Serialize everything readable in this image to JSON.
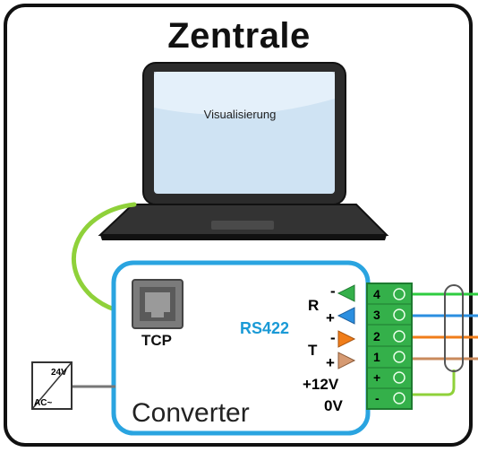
{
  "title": "Zentrale",
  "screen_label": "Visualisierung",
  "tcp_label": "TCP",
  "rs422_label": "RS422",
  "converter_label": "Converter",
  "power_supply": {
    "voltage": "24V",
    "type": "AC~"
  },
  "pins": {
    "r_minus": "-",
    "r": "R",
    "r_plus": "+",
    "t_minus": "-",
    "t": "T",
    "t_plus": "+",
    "v12": "+12V",
    "v0": "0V"
  },
  "terminal_labels": [
    "4",
    "3",
    "2",
    "1",
    "+",
    "-"
  ],
  "colors": {
    "border": "#111111",
    "converter_border": "#2aa4e0",
    "cable": "#8fd13a",
    "terminal_block": "#34b04a",
    "rs422_text": "#1a9ad6",
    "wire_green": "#2ecc40",
    "wire_blue": "#2b8fe0",
    "wire_orange": "#f07d1a",
    "wire_brown": "#c98a5c"
  }
}
